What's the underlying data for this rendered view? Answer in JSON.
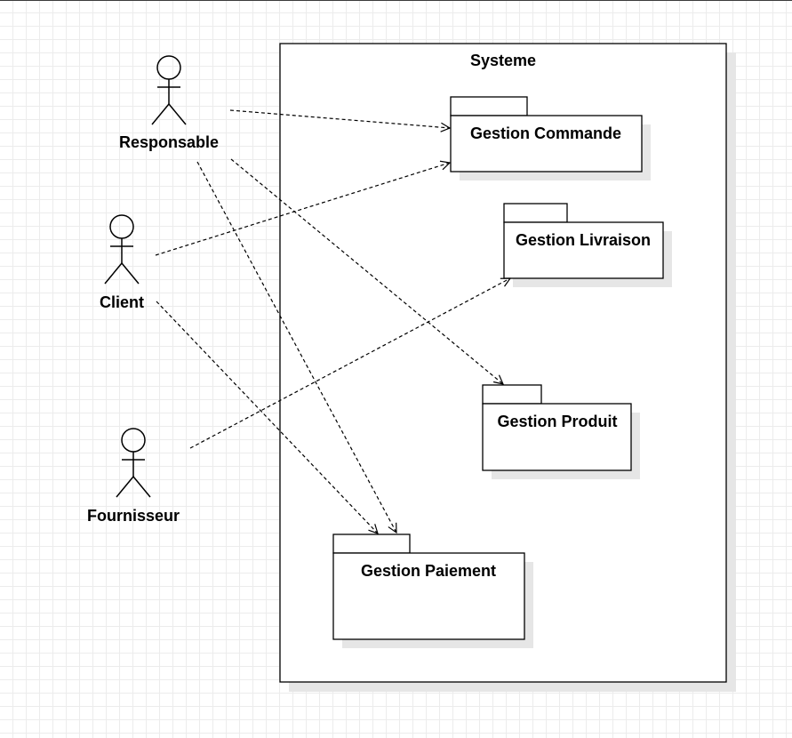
{
  "diagram": {
    "type": "uml-use-case-package-diagram",
    "system": {
      "label": "Systeme"
    },
    "actors": [
      {
        "id": "responsable",
        "label": "Responsable"
      },
      {
        "id": "client",
        "label": "Client"
      },
      {
        "id": "fournisseur",
        "label": "Fournisseur"
      }
    ],
    "packages": [
      {
        "id": "commande",
        "label": "Gestion Commande"
      },
      {
        "id": "livraison",
        "label": "Gestion Livraison"
      },
      {
        "id": "produit",
        "label": "Gestion Produit"
      },
      {
        "id": "paiement",
        "label": "Gestion Paiement"
      }
    ],
    "dependencies": [
      {
        "from": "responsable",
        "to": "commande",
        "style": "dashed-open-arrow"
      },
      {
        "from": "responsable",
        "to": "produit",
        "style": "dashed-open-arrow"
      },
      {
        "from": "responsable",
        "to": "paiement",
        "style": "dashed-open-arrow"
      },
      {
        "from": "client",
        "to": "commande",
        "style": "dashed-open-arrow"
      },
      {
        "from": "client",
        "to": "paiement",
        "style": "dashed-open-arrow"
      },
      {
        "from": "fournisseur",
        "to": "livraison",
        "style": "dashed-open-arrow"
      }
    ],
    "colors": {
      "stroke": "#000000",
      "shadow": "#e6e6e6",
      "grid": "#ececec",
      "background": "#ffffff"
    }
  }
}
